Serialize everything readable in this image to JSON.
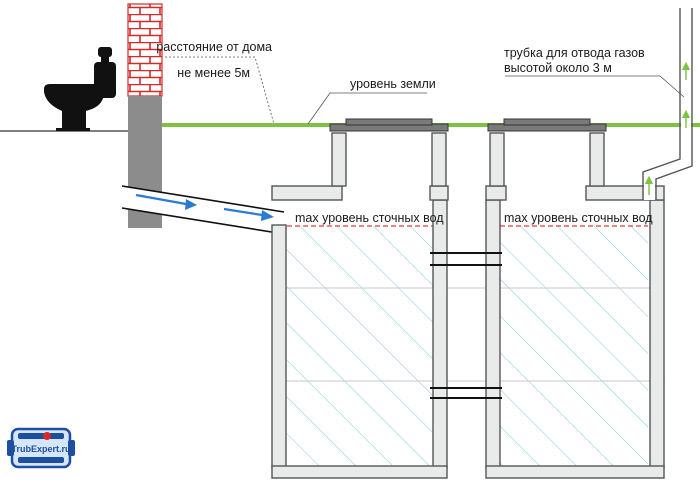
{
  "labels": {
    "distance_line1": "расстояние от дома",
    "distance_line2": "не менее 5м",
    "ground_level": "уровень земли",
    "vent_line1": "трубка для отвода газов",
    "vent_line2": "высотой около 3 м",
    "max_level_left": "max уровень сточных вод",
    "max_level_right": "max уровень сточных вод"
  },
  "logo": {
    "text": "TrubExpert.ru"
  },
  "colors": {
    "ground": "#7ec241",
    "water_hatch": "#7ec8e8",
    "max_level": "#e23a3a",
    "flow_arrow": "#2a7bd1",
    "brick": "#d62a2a",
    "concrete": "#e9eaea",
    "wall": "#8c8c8c",
    "lid": "#7a7a7a"
  },
  "icons": [
    "toilet-icon",
    "brick-wall-icon",
    "flow-arrow-icon",
    "gas-arrow-icon",
    "logo-icon"
  ]
}
